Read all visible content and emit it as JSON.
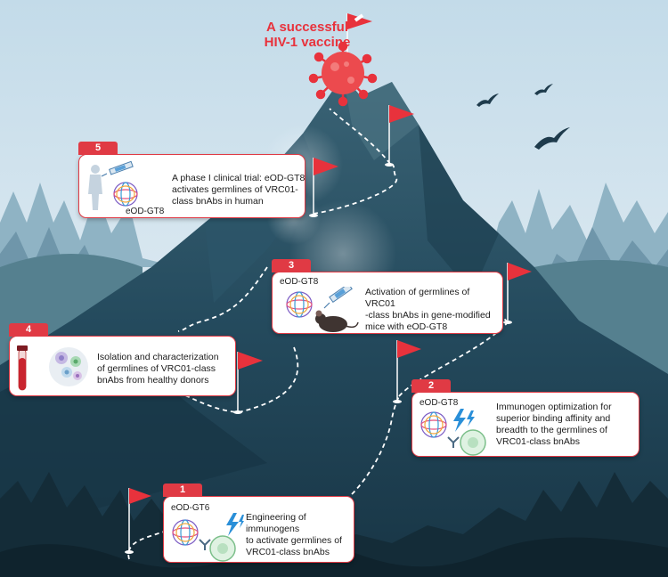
{
  "title": {
    "line1": "A successful",
    "line2": "HIV-1 vaccine"
  },
  "colors": {
    "accent": "#e03a44",
    "sky": "#cfe2ee",
    "mountain": "#1f3f52",
    "forest": "#16303e"
  },
  "steps": [
    {
      "number": "1",
      "antigen": "eOD-GT6",
      "text": [
        "Engineering of immunogens",
        "to activate germlines of",
        "VRC01-class bnAbs"
      ]
    },
    {
      "number": "2",
      "antigen": "eOD-GT8",
      "text": [
        "Immunogen optimization for",
        "superior binding affinity and",
        "breadth to the germlines of",
        "VRC01-class bnAbs"
      ]
    },
    {
      "number": "3",
      "antigen": "eOD-GT8",
      "text": [
        "Activation of germlines of VRC01",
        "-class bnAbs in gene-modified",
        "mice with eOD-GT8"
      ]
    },
    {
      "number": "4",
      "text": [
        "Isolation and characterization",
        "of germlines of VRC01-class",
        "bnAbs from healthy donors"
      ]
    },
    {
      "number": "5",
      "antigen": "eOD-GT8",
      "text": [
        "A phase I clinical trial: eOD-GT8",
        "activates germlines of VRC01-",
        "class bnAbs in human"
      ]
    }
  ],
  "icons": [
    "virus-icon",
    "syringe-icon",
    "flag-icon",
    "bird-icon",
    "nanoparticle-icon",
    "b-cell-icon",
    "lightning-icon",
    "mouse-icon",
    "human-icon",
    "blood-tube-icon",
    "cells-icon",
    "pine-tree-icon"
  ]
}
